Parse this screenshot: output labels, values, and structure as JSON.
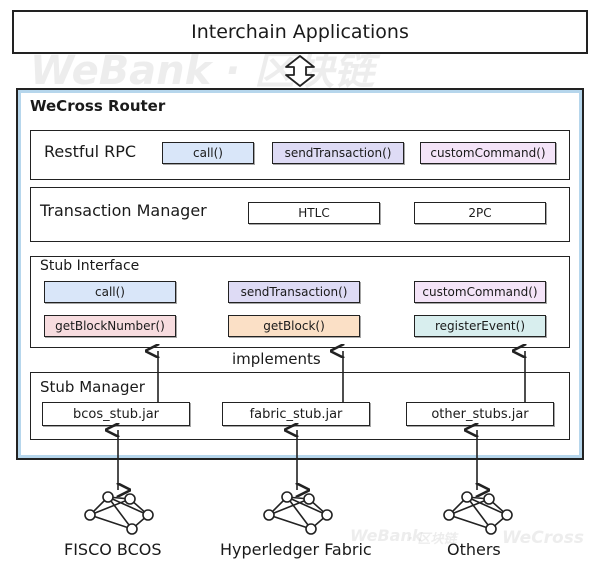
{
  "colors": {
    "line": "#222222",
    "router_border": "#b6d6ec",
    "chip_blue": "#d9e6f9",
    "chip_lavender": "#dedbf5",
    "chip_pink": "#f4e4f8",
    "chip_rose": "#f7dcdf",
    "chip_peach": "#fbe0c6",
    "chip_teal": "#d8eeee",
    "chip_white": "#ffffff"
  },
  "top": {
    "title": "Interchain Applications"
  },
  "router": {
    "title": "WeCross Router",
    "restful": {
      "title": "Restful RPC",
      "chips": [
        {
          "label": "call()",
          "color": "chip_blue"
        },
        {
          "label": "sendTransaction()",
          "color": "chip_lavender"
        },
        {
          "label": "customCommand()",
          "color": "chip_pink"
        }
      ]
    },
    "tx_manager": {
      "title": "Transaction Manager",
      "chips": [
        {
          "label": "HTLC",
          "color": "chip_white"
        },
        {
          "label": "2PC",
          "color": "chip_white"
        }
      ]
    },
    "stub_interface": {
      "title": "Stub Interface",
      "chips": [
        {
          "label": "call()",
          "color": "chip_blue"
        },
        {
          "label": "sendTransaction()",
          "color": "chip_lavender"
        },
        {
          "label": "customCommand()",
          "color": "chip_pink"
        },
        {
          "label": "getBlockNumber()",
          "color": "chip_rose"
        },
        {
          "label": "getBlock()",
          "color": "chip_peach"
        },
        {
          "label": "registerEvent()",
          "color": "chip_teal"
        }
      ]
    },
    "implements_label": "implements",
    "stub_manager": {
      "title": "Stub Manager",
      "jars": [
        {
          "label": "bcos_stub.jar"
        },
        {
          "label": "fabric_stub.jar"
        },
        {
          "label": "other_stubs.jar"
        }
      ]
    }
  },
  "chains": [
    {
      "label": "FISCO BCOS",
      "icon": "network-icon"
    },
    {
      "label": "Hyperledger Fabric",
      "icon": "network-icon"
    },
    {
      "label": "Others",
      "icon": "network-icon"
    }
  ],
  "watermarks": {
    "top": "WeBank · 区块链",
    "bottom_left": "WeBank",
    "bottom_mid": "· 区块链",
    "bottom_right": "WeCross"
  }
}
